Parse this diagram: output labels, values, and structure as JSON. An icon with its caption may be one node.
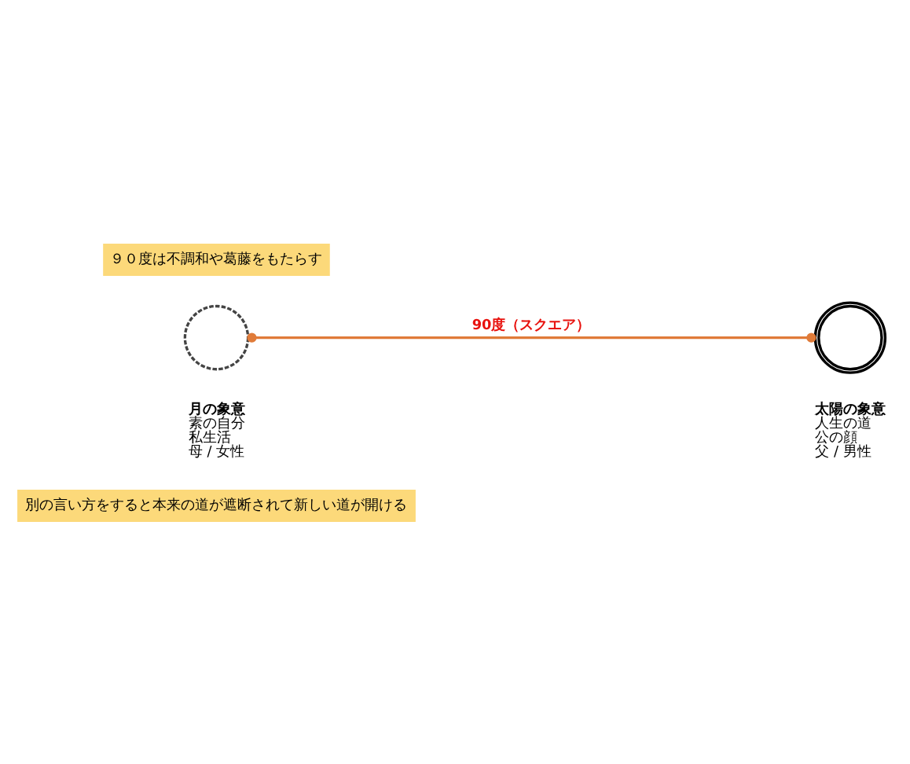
{
  "diagram": {
    "nodes": [
      {
        "text": [
          "９０度は不調和や葛藤をもたらす"
        ]
      },
      {
        "text": [],
        "shape": "crescent",
        "beside": [
          "月の象意",
          "素の自分",
          "私生活",
          "母 / 女性"
        ]
      },
      {
        "text": [],
        "shape": "circle",
        "beside": [
          "太陽の象意",
          "人生の道",
          "公の顔",
          "父 / 男性"
        ]
      },
      {
        "text": [
          "別の言い方をすると本来の道が遮断されて新しい道が開ける"
        ]
      }
    ],
    "edges": [
      {
        "from": 1,
        "to": 2,
        "arrow": "other",
        "label": "90度（スクエア）",
        "color": "#e07b39"
      }
    ]
  }
}
